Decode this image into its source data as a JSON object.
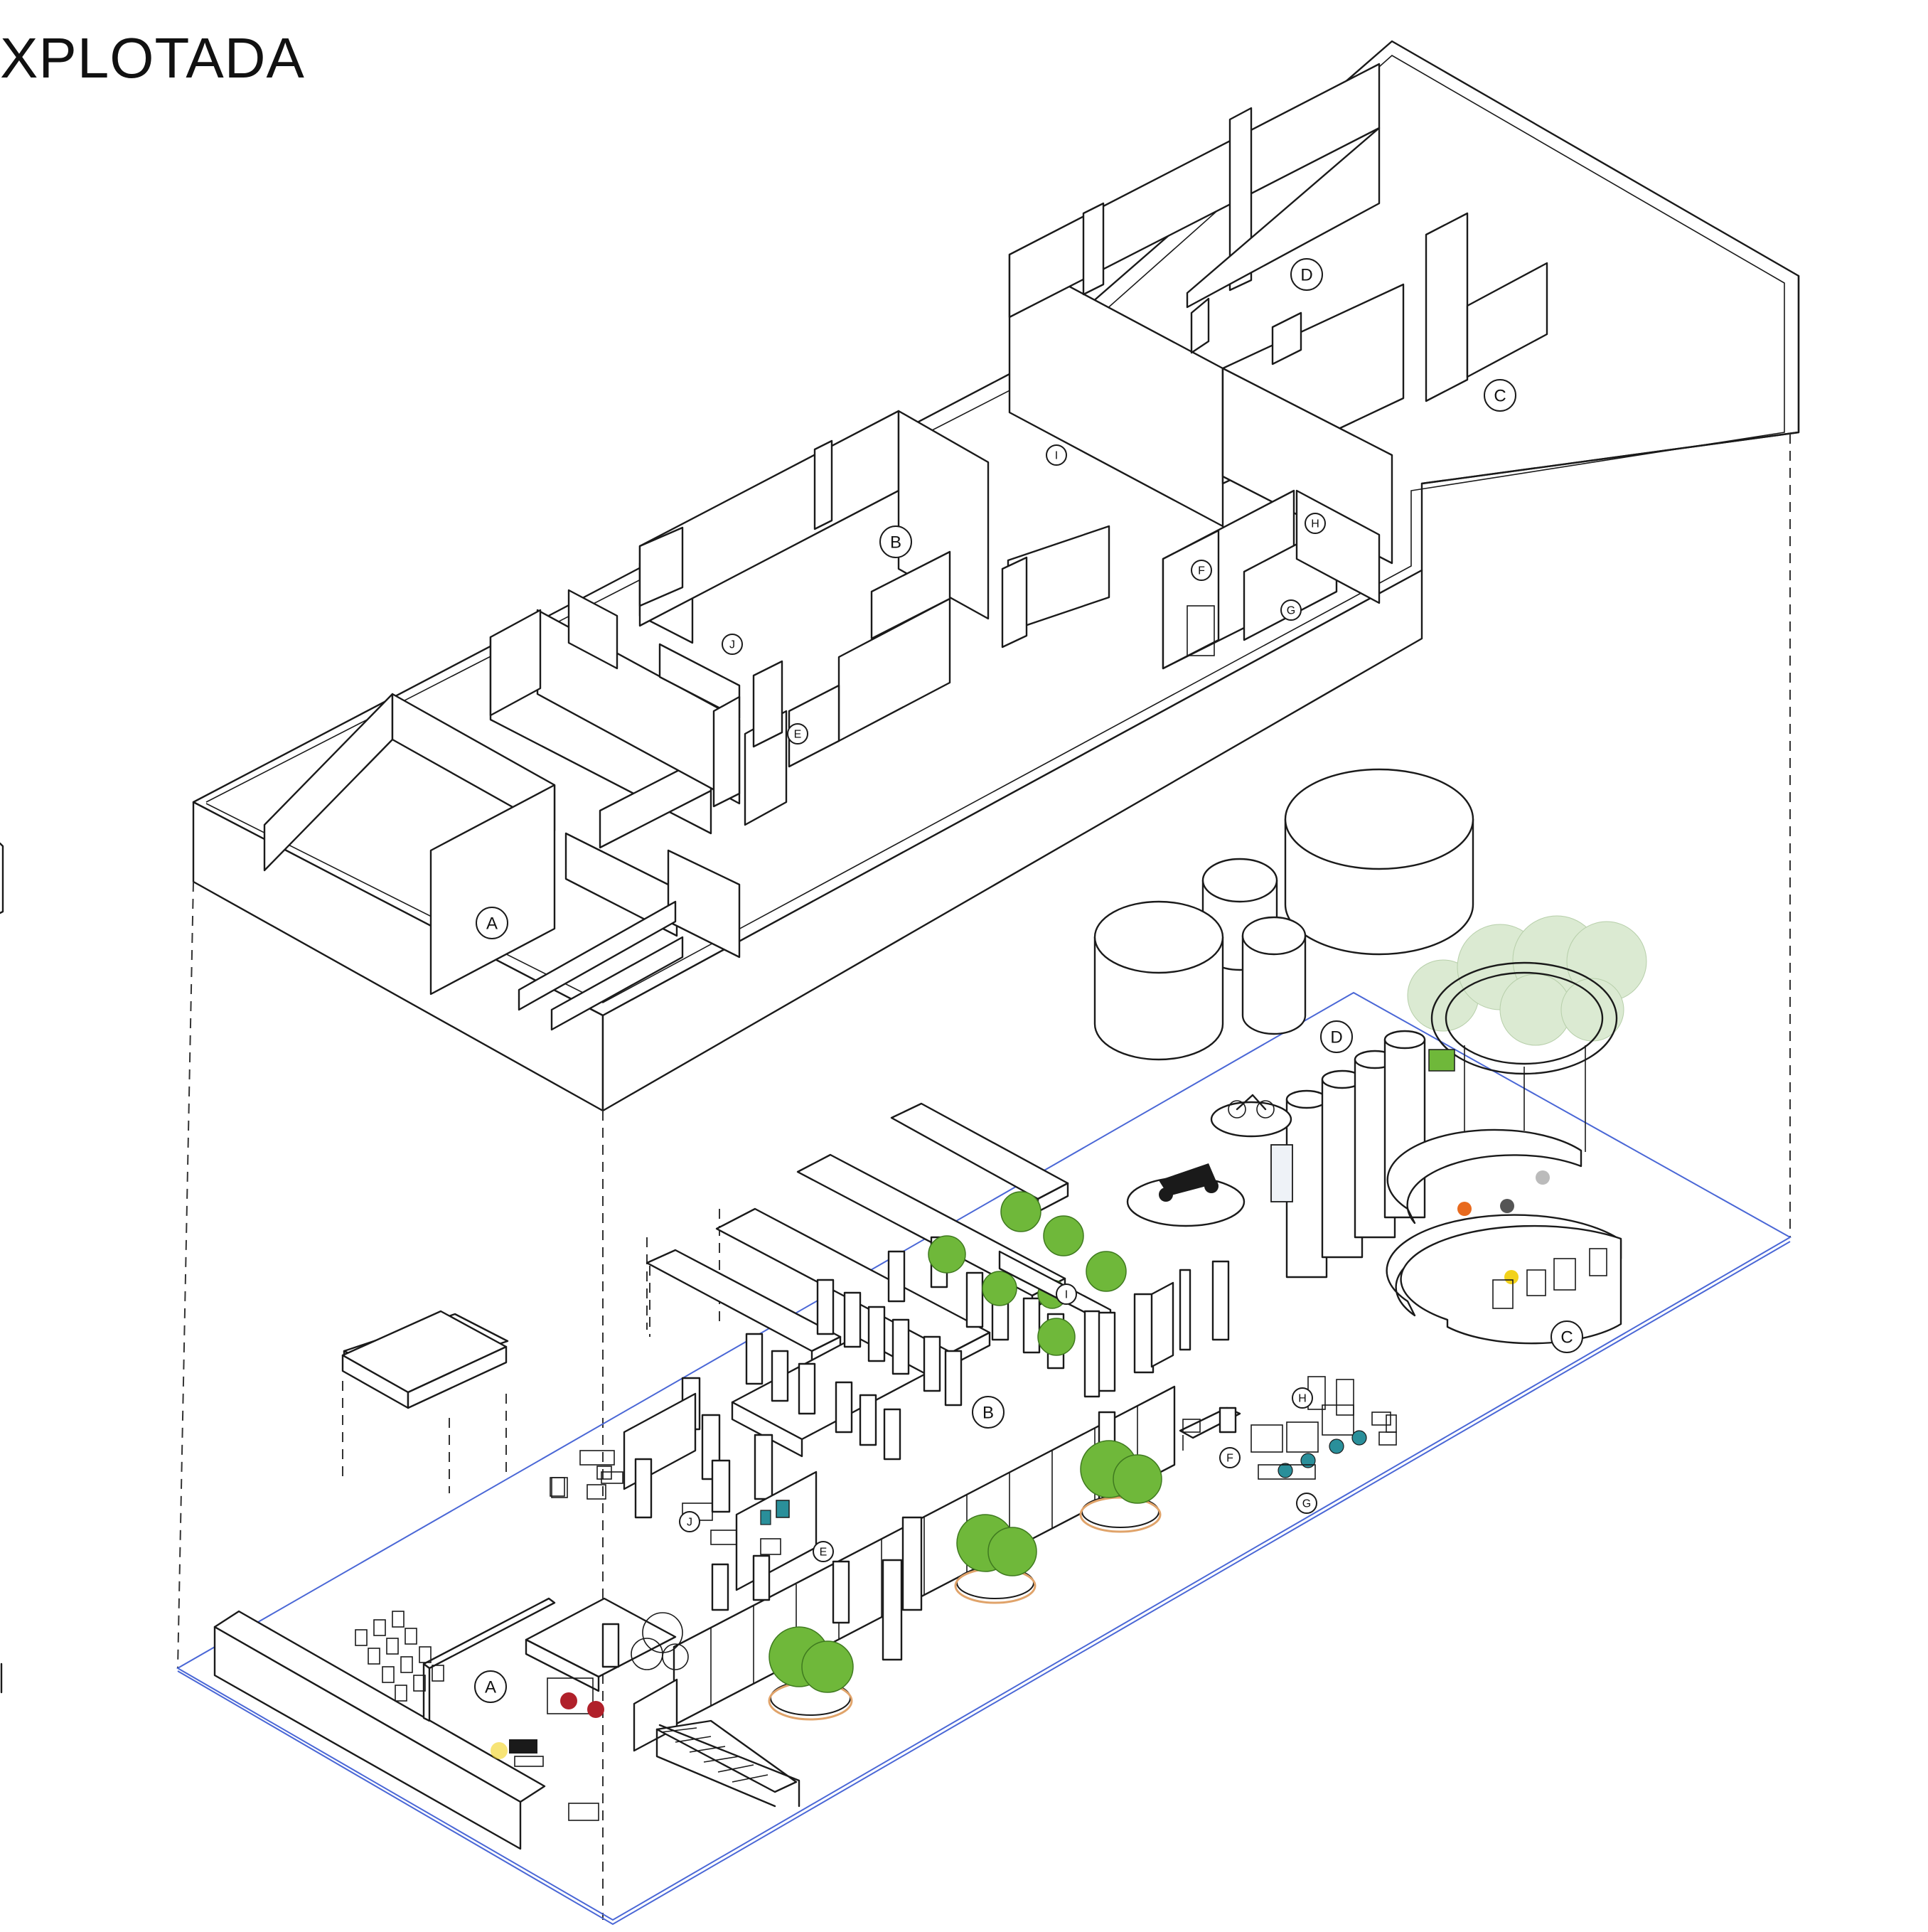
{
  "title": "XPLOTADA",
  "labels": {
    "upper": [
      {
        "id": "A",
        "text": "A"
      },
      {
        "id": "B",
        "text": "B"
      },
      {
        "id": "C",
        "text": "C"
      },
      {
        "id": "D",
        "text": "D"
      },
      {
        "id": "E",
        "text": "E"
      },
      {
        "id": "F",
        "text": "F"
      },
      {
        "id": "G",
        "text": "G"
      },
      {
        "id": "H",
        "text": "H"
      },
      {
        "id": "I",
        "text": "I"
      },
      {
        "id": "J",
        "text": "J"
      }
    ],
    "lower": [
      {
        "id": "A",
        "text": "A"
      },
      {
        "id": "B",
        "text": "B"
      },
      {
        "id": "C",
        "text": "C"
      },
      {
        "id": "D",
        "text": "D"
      },
      {
        "id": "E",
        "text": "E"
      },
      {
        "id": "F",
        "text": "F"
      },
      {
        "id": "G",
        "text": "G"
      },
      {
        "id": "H",
        "text": "H"
      },
      {
        "id": "I",
        "text": "I"
      },
      {
        "id": "J",
        "text": "J"
      }
    ]
  },
  "colors": {
    "line": "#1a1a1a",
    "outline_blue": "#4a67d6",
    "tree_green": "#6fb83a",
    "planter_rim": "#e0a36a",
    "accent_orange": "#e86a1e",
    "accent_yellow": "#f2d21b",
    "accent_teal": "#2a8f9a"
  }
}
